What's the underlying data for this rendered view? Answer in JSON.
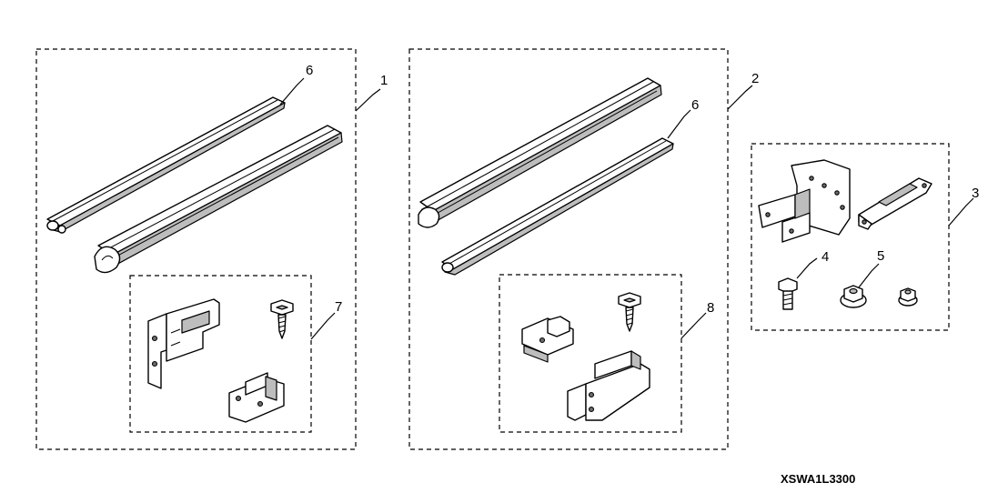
{
  "diagram": {
    "callouts": {
      "c1": "1",
      "c2": "2",
      "c3": "3",
      "c4": "4",
      "c5": "5",
      "c6a": "6",
      "c6b": "6",
      "c7": "7",
      "c8": "8"
    },
    "drawing_code": "XSWA1L3300"
  }
}
